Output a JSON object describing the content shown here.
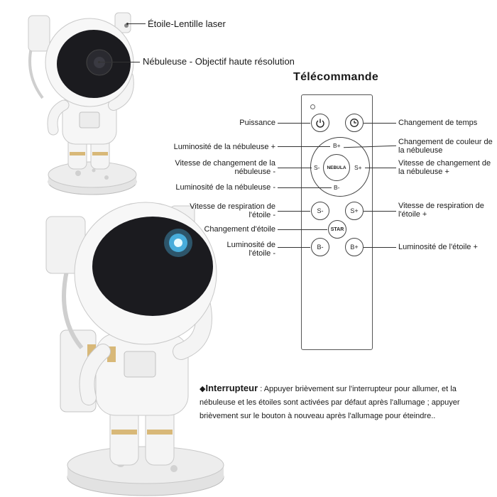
{
  "annotations": {
    "laser_lens": "Étoile-Lentille laser",
    "nebula_lens": "Nébuleuse - Objectif haute résolution"
  },
  "remote": {
    "title": "Télécommande",
    "labels": {
      "power": "Puissance",
      "timer": "Changement de temps",
      "nebula_bright_up": "Luminosité de la nébuleuse +",
      "nebula_color": "Changement de couleur de la nébuleuse",
      "nebula_speed_down": "Vitesse de changement de la nébuleuse -",
      "nebula_speed_up": "Vitesse de changement de la nébuleuse +",
      "nebula_bright_down": "Luminosité de la nébuleuse -",
      "star_breath_down": "Vitesse de respiration de l'étoile -",
      "star_breath_up": "Vitesse de respiration de l'étoile +",
      "star_change": "Changement d'étoile",
      "star_bright_down": "Luminosité de l'étoile -",
      "star_bright_up": "Luminosité de l'étoile +"
    },
    "keys": {
      "b_plus": "B+",
      "b_minus": "B-",
      "s_minus": "S-",
      "s_plus": "S+",
      "nebula": "NEBULA",
      "star": "STAR"
    },
    "icons": {
      "power": "power-icon",
      "timer": "timer-icon"
    }
  },
  "switch_note": {
    "bullet": "◆",
    "heading": "Interrupteur",
    "text": " : Appuyer brièvement sur l'interrupteur pour allumer, et la nébuleuse et les étoiles sont activées par défaut après l'allumage ; appuyer brièvement sur le bouton à nouveau après l'allumage pour éteindre.."
  },
  "colors": {
    "nebula_glow": "#4fc3f7",
    "helmet_visor": "#1b1b1f",
    "accent_gold": "#d8b878",
    "base_grey": "#dcdcdc"
  }
}
